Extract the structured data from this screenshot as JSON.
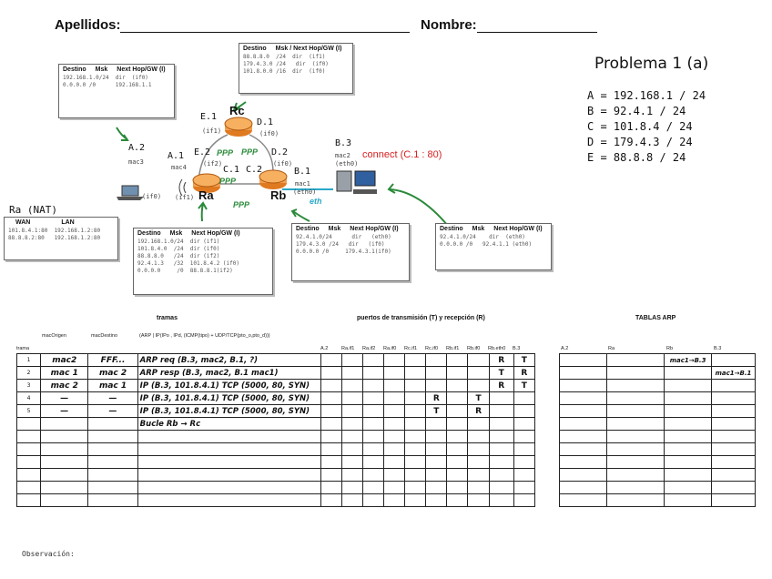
{
  "header": {
    "apellidos_label": "Apellidos:",
    "nombre_label": "Nombre:"
  },
  "problem": {
    "title": "Problema 1 (a)",
    "networks": [
      "A = 192.168.1 / 24",
      "B = 92.4.1 / 24",
      "C = 101.8.4 / 24",
      "D = 179.4.3 / 24",
      "E = 88.8.8 / 24"
    ]
  },
  "diagram": {
    "routers": {
      "ra": "Ra",
      "rb": "Rb",
      "rc": "Rc"
    },
    "labels": {
      "e1": "E.1",
      "rc_if1": "(if1)",
      "d1": "D.1",
      "rc_if0": "(if0)",
      "a2": "A.2",
      "mac3": "mac3",
      "laptop_if0": "(if0)",
      "a1": "A.1",
      "mac4": "mac4",
      "ra_if1": "(if1)",
      "e2": "E.2",
      "ra_if2": "(if2)",
      "c1": "C.1",
      "c2": "C.2",
      "d2": "D.2",
      "rb_if0": "(if0)",
      "b1": "B.1",
      "mac1": "mac1",
      "rb_eth0": "(eth0)",
      "b3": "B.3",
      "mac2": "mac2",
      "pc_eth0": "(eth0)",
      "connect": "connect (C.1 : 80)",
      "ppp1": "PPP",
      "ppp2": "PPP",
      "ppp3": "PPP",
      "ppp4": "PPP",
      "eth": "eth",
      "ra_nat": "Ra (NAT)"
    },
    "tables": {
      "laptop": {
        "head": [
          "Destino",
          "Msk",
          "Next Hop/GW (I)"
        ],
        "rows": [
          "192.168.1.0/24  dir  (if0)",
          "0.0.0.0 /0      192.168.1.1"
        ]
      },
      "rc": {
        "head": [
          "Destino",
          "Msk / Next Hop/GW (I)"
        ],
        "rows": [
          "88.8.8.0  /24  dir  (if1)",
          "179.4.3.0 /24   dir  (if0)",
          "101.8.0.0 /16  dir  (if0)"
        ]
      },
      "ra": {
        "head": [
          "Destino",
          "Msk",
          "Next Hop/GW (I)"
        ],
        "rows": [
          "192.168.1.0/24  dir (if1)",
          "101.8.4.0  /24  dir (if0)",
          "88.8.8.0   /24  dir (if2)",
          "92.4.1.3   /32  101.8.4.2 (if0)",
          "0.0.0.0     /0  88.8.8.1(if2)"
        ]
      },
      "rb": {
        "head": [
          "Destino",
          "Msk",
          "Next Hop/GW (I)"
        ],
        "rows": [
          "92.4.1.0/24      dir   (eth0)",
          "179.4.3.0 /24   dir   (if0)",
          "0.0.0.0 /0     179.4.3.1(if0)"
        ]
      },
      "pc": {
        "head": [
          "Destino",
          "Msk",
          "Next Hop/GW (I)"
        ],
        "rows": [
          "92.4.1.0/24    dir  (eth0)",
          "0.0.0.0 /0   92.4.1.1 (eth0)"
        ]
      },
      "nat": {
        "head": [
          "WAN",
          "LAN"
        ],
        "rows": [
          "101.8.4.1:80  192.168.1.2:80",
          "88.8.8.2:80   192.168.1.2:80"
        ]
      }
    }
  },
  "frames": {
    "section_tramas": "tramas",
    "section_ports": "puertos de transmisión (T) y recepción (R)",
    "section_arp": "TABLAS ARP",
    "col_trama": "trama",
    "col_mac_origen": "macOrigen",
    "col_mac_destino": "macDestino",
    "col_content": "(ARP | IP(IPo , IPd, (ICMP(tipo) + UDP/TCP(pto_o,pto_d)))",
    "port_cols": [
      "A.2",
      "Ra.if1",
      "Ra.if2",
      "Ra.if0",
      "Rc.if1",
      "Rc.if0",
      "Rb.if1",
      "Rb.if0",
      "Rb.eth0",
      "B.3"
    ],
    "arp_cols": [
      "A.2",
      "Ra",
      "Rb",
      "B.3"
    ],
    "rows": [
      {
        "n": "1",
        "mo": "mac2",
        "md": "FFF...",
        "c": "ARP req (B.3, mac2, B.1, ?)",
        "p": [
          "",
          "",
          "",
          "",
          "",
          "",
          "",
          "",
          "R",
          "T"
        ],
        "arp": [
          "",
          "",
          "mac1→B.3",
          ""
        ]
      },
      {
        "n": "2",
        "mo": "mac 1",
        "md": "mac 2",
        "c": "ARP resp (B.3, mac2, B.1 mac1)",
        "p": [
          "",
          "",
          "",
          "",
          "",
          "",
          "",
          "",
          "T",
          "R"
        ],
        "arp": [
          "",
          "",
          "",
          "mac1→B.1"
        ]
      },
      {
        "n": "3",
        "mo": "mac 2",
        "md": "mac 1",
        "c": "IP (B.3, 101.8.4.1) TCP (5000, 80, SYN)",
        "p": [
          "",
          "",
          "",
          "",
          "",
          "",
          "",
          "",
          "R",
          "T"
        ],
        "arp": [
          "",
          "",
          "",
          ""
        ]
      },
      {
        "n": "4",
        "mo": "—",
        "md": "—",
        "c": "IP (B.3, 101.8.4.1) TCP (5000, 80, SYN)",
        "p": [
          "",
          "",
          "",
          "",
          "",
          "R",
          "",
          "T",
          "",
          ""
        ],
        "arp": [
          "",
          "",
          "",
          ""
        ]
      },
      {
        "n": "5",
        "mo": "—",
        "md": "—",
        "c": "IP (B.3, 101.8.4.1) TCP (5000, 80, SYN)",
        "p": [
          "",
          "",
          "",
          "",
          "",
          "T",
          "",
          "R",
          "",
          ""
        ],
        "arp": [
          "",
          "",
          "",
          ""
        ]
      },
      {
        "n": "",
        "mo": "",
        "md": "",
        "c": "Bucle Rb → Rc",
        "p": [
          "",
          "",
          "",
          "",
          "",
          "",
          "",
          "",
          "",
          ""
        ],
        "arp": [
          "",
          "",
          "",
          ""
        ]
      },
      {
        "n": "",
        "mo": "",
        "md": "",
        "c": "",
        "p": [
          "",
          "",
          "",
          "",
          "",
          "",
          "",
          "",
          "",
          ""
        ],
        "arp": [
          "",
          "",
          "",
          ""
        ]
      },
      {
        "n": "",
        "mo": "",
        "md": "",
        "c": "",
        "p": [
          "",
          "",
          "",
          "",
          "",
          "",
          "",
          "",
          "",
          ""
        ],
        "arp": [
          "",
          "",
          "",
          ""
        ]
      },
      {
        "n": "",
        "mo": "",
        "md": "",
        "c": "",
        "p": [
          "",
          "",
          "",
          "",
          "",
          "",
          "",
          "",
          "",
          ""
        ],
        "arp": [
          "",
          "",
          "",
          ""
        ]
      },
      {
        "n": "",
        "mo": "",
        "md": "",
        "c": "",
        "p": [
          "",
          "",
          "",
          "",
          "",
          "",
          "",
          "",
          "",
          ""
        ],
        "arp": [
          "",
          "",
          "",
          ""
        ]
      },
      {
        "n": "",
        "mo": "",
        "md": "",
        "c": "",
        "p": [
          "",
          "",
          "",
          "",
          "",
          "",
          "",
          "",
          "",
          ""
        ],
        "arp": [
          "",
          "",
          "",
          ""
        ]
      },
      {
        "n": "",
        "mo": "",
        "md": "",
        "c": "",
        "p": [
          "",
          "",
          "",
          "",
          "",
          "",
          "",
          "",
          "",
          ""
        ],
        "arp": [
          "",
          "",
          "",
          ""
        ]
      }
    ]
  },
  "footer": {
    "observacion": "Observación:"
  }
}
